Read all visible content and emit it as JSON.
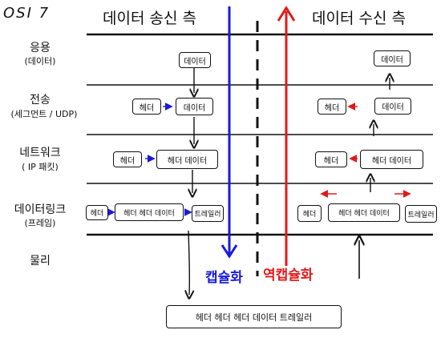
{
  "header": {
    "osi_label": "OSI 7",
    "send_title": "데이터 송신 측",
    "recv_title": "데이터 수신 측"
  },
  "layers": [
    {
      "name": "응용",
      "sub": "(데이터)"
    },
    {
      "name": "전송",
      "sub": "(세그먼트 / UDP)"
    },
    {
      "name": "네트워크",
      "sub": "( IP 패킷)"
    },
    {
      "name": "데이터링크",
      "sub": "(프레임)"
    },
    {
      "name": "물리",
      "sub": ""
    }
  ],
  "sender": {
    "app": "데이터",
    "transport_header": "헤더",
    "transport_data": "데이터",
    "network_header": "헤더",
    "network_data": "헤더 데이터",
    "link_header": "헤더",
    "link_data": "헤더 헤더 데이터",
    "link_trailer": "트레일러"
  },
  "receiver": {
    "app": "데이터",
    "transport_header": "헤더",
    "transport_data": "데이터",
    "network_header": "헤더",
    "network_data": "헤더 데이터",
    "link_header": "헤더",
    "link_data": "헤더 헤더 데이터",
    "link_trailer": "트레일러"
  },
  "physical_frame": "헤더 헤더 헤더 데이터 트레일러",
  "encapsulation_label": "캡슐화",
  "decapsulation_label": "역캡슐화",
  "colors": {
    "encapsulation": "#1a1adc",
    "decapsulation": "#e11a1a",
    "ink": "#111111"
  }
}
